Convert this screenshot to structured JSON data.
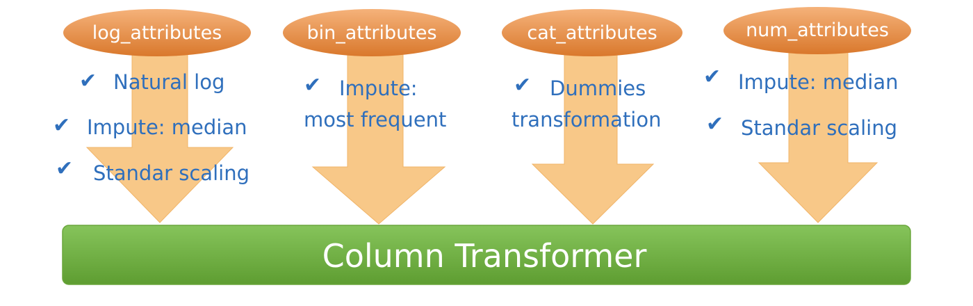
{
  "colors": {
    "arrow_fill": "#f8c888",
    "arrow_stroke": "#f0b468",
    "pill_light": "#f2a366",
    "pill_dark": "#d9782c",
    "bar_light": "#84c258",
    "bar_dark": "#5e9d31",
    "text_blue": "#2f6fbc"
  },
  "icons": {
    "check": "✔"
  },
  "columns": [
    {
      "label": "log_attributes",
      "steps": [
        "Natural log",
        "Impute: median",
        "Standar scaling"
      ]
    },
    {
      "label": "bin_attributes",
      "steps": [
        "Impute:",
        "most frequent"
      ]
    },
    {
      "label": "cat_attributes",
      "steps": [
        "Dummies",
        "transformation"
      ]
    },
    {
      "label": "num_attributes",
      "steps": [
        "Impute: median",
        "Standar scaling"
      ]
    }
  ],
  "target": {
    "label": "Column Transformer"
  }
}
